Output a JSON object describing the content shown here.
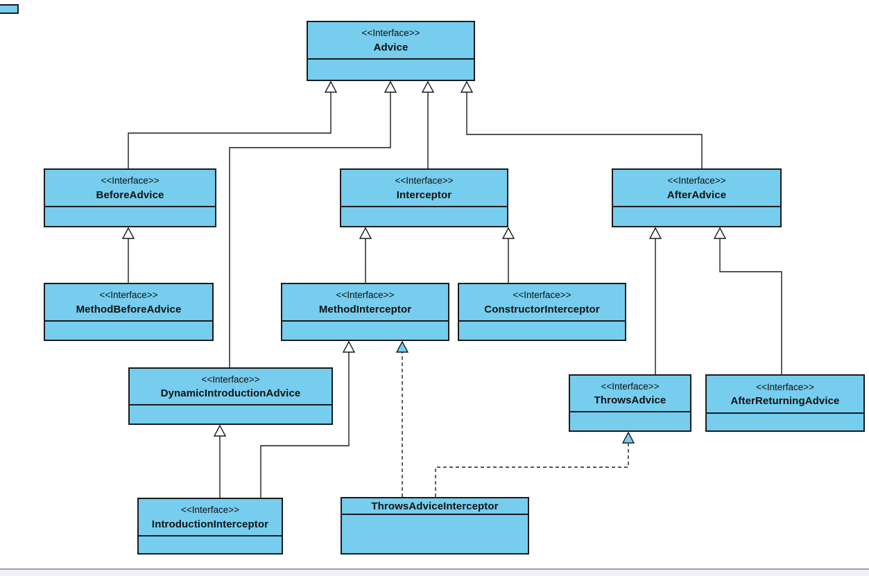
{
  "diagram": {
    "type": "uml-class-diagram",
    "subject": "Spring AOP Advice interface hierarchy",
    "nodes": {
      "advice": {
        "stereotype": "<<Interface>>",
        "name": "Advice"
      },
      "beforeAdvice": {
        "stereotype": "<<Interface>>",
        "name": "BeforeAdvice"
      },
      "interceptor": {
        "stereotype": "<<Interface>>",
        "name": "Interceptor"
      },
      "afterAdvice": {
        "stereotype": "<<Interface>>",
        "name": "AfterAdvice"
      },
      "methodBeforeAdvice": {
        "stereotype": "<<Interface>>",
        "name": "MethodBeforeAdvice"
      },
      "methodInterceptor": {
        "stereotype": "<<Interface>>",
        "name": "MethodInterceptor"
      },
      "constructorInterceptor": {
        "stereotype": "<<Interface>>",
        "name": "ConstructorInterceptor"
      },
      "dynamicIntroductionAdvice": {
        "stereotype": "<<Interface>>",
        "name": "DynamicIntroductionAdvice"
      },
      "throwsAdvice": {
        "stereotype": "<<Interface>>",
        "name": "ThrowsAdvice"
      },
      "afterReturningAdvice": {
        "stereotype": "<<Interface>>",
        "name": "AfterReturningAdvice"
      },
      "introductionInterceptor": {
        "stereotype": "<<Interface>>",
        "name": "IntroductionInterceptor"
      },
      "throwsAdviceInterceptor": {
        "name": "ThrowsAdviceInterceptor"
      }
    },
    "edges": [
      {
        "from": "BeforeAdvice",
        "to": "Advice",
        "type": "generalization",
        "line": "solid"
      },
      {
        "from": "DynamicIntroductionAdvice",
        "to": "Advice",
        "type": "generalization",
        "line": "solid"
      },
      {
        "from": "Interceptor",
        "to": "Advice",
        "type": "generalization",
        "line": "solid"
      },
      {
        "from": "AfterAdvice",
        "to": "Advice",
        "type": "generalization",
        "line": "solid"
      },
      {
        "from": "MethodBeforeAdvice",
        "to": "BeforeAdvice",
        "type": "generalization",
        "line": "solid"
      },
      {
        "from": "MethodInterceptor",
        "to": "Interceptor",
        "type": "generalization",
        "line": "solid"
      },
      {
        "from": "ConstructorInterceptor",
        "to": "Interceptor",
        "type": "generalization",
        "line": "solid"
      },
      {
        "from": "ThrowsAdvice",
        "to": "AfterAdvice",
        "type": "generalization",
        "line": "solid"
      },
      {
        "from": "AfterReturningAdvice",
        "to": "AfterAdvice",
        "type": "generalization",
        "line": "solid"
      },
      {
        "from": "IntroductionInterceptor",
        "to": "DynamicIntroductionAdvice",
        "type": "generalization",
        "line": "solid"
      },
      {
        "from": "IntroductionInterceptor",
        "to": "MethodInterceptor",
        "type": "generalization",
        "line": "solid"
      },
      {
        "from": "ThrowsAdviceInterceptor",
        "to": "MethodInterceptor",
        "type": "realization",
        "line": "dashed"
      },
      {
        "from": "ThrowsAdviceInterceptor",
        "to": "ThrowsAdvice",
        "type": "realization",
        "line": "dashed"
      }
    ],
    "colors": {
      "node_fill": "#76cdee",
      "node_border": "#1a1a1a",
      "edge_stroke": "#1a1a1a",
      "hollow_arrow_fill": "#ffffff",
      "dashed_arrow_fill": "#76cdee",
      "bottom_bar_fill": "#f0f1f4",
      "bottom_bar_line": "#9aa0a8"
    }
  }
}
